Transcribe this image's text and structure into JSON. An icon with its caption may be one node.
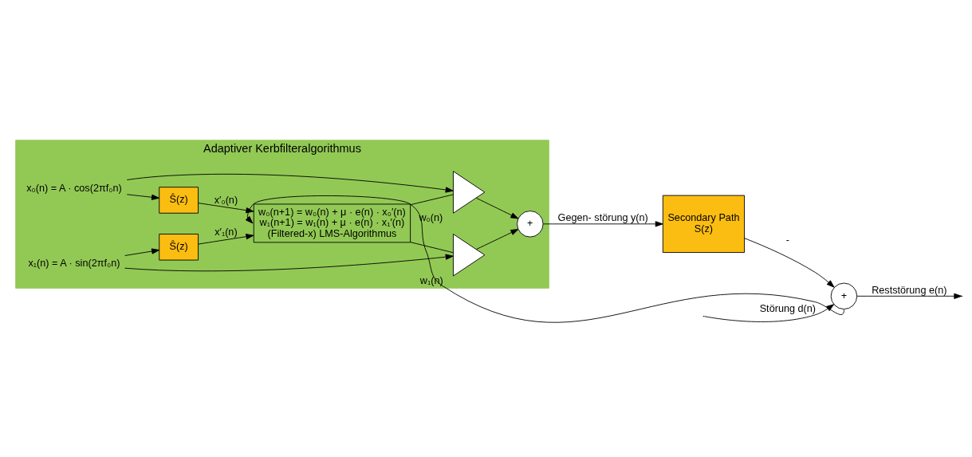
{
  "diagram": {
    "nodes": [
      {
        "text": [
          "Adaptiver Kerbfilteralgorithmus"
        ]
      },
      {
        "text": [
          "x₀(n) = A · cos(2πf₀n)"
        ],
        "in": 0
      },
      {
        "text": [
          "x₁(n) = A · sin(2πf₀n)"
        ],
        "in": 0
      },
      {
        "text": [],
        "shape": "triangle",
        "in": 0,
        "beside": [
          "w₀(n)"
        ]
      },
      {
        "text": [],
        "shape": "triangle",
        "in": 0,
        "beside": [
          "w₁(n)"
        ]
      },
      {
        "text": [
          "+"
        ],
        "in": 0
      },
      {
        "text": [
          "Ŝ(z)"
        ],
        "in": 0
      },
      {
        "text": [
          "Ŝ(z)"
        ],
        "in": 0
      },
      {
        "text": [
          "w₀(n+1) = w₀(n) + μ · e(n) · x₀′(n)",
          "w₁(n+1) = w₁(n) + μ · e(n) · x₁′(n)",
          "(Filtered-x) LMS-Algorithmus"
        ],
        "in": 0
      },
      {
        "text": [
          "Secondary Path",
          "S(z)"
        ]
      },
      {
        "text": [
          "+"
        ]
      }
    ],
    "edges": [
      {
        "from": 1,
        "to": 3,
        "arrow": "to"
      },
      {
        "from": 1,
        "to": 6,
        "arrow": "to"
      },
      {
        "from": 2,
        "to": 4,
        "arrow": "to"
      },
      {
        "from": 2,
        "to": 7,
        "arrow": "to"
      },
      {
        "from": 3,
        "to": 5,
        "arrow": "to"
      },
      {
        "from": 4,
        "to": 5,
        "arrow": "to"
      },
      {
        "from": 6,
        "to": 8,
        "label": "x′₀(n)",
        "arrow": "to"
      },
      {
        "from": 7,
        "to": 8,
        "label": "x′₁(n)",
        "arrow": "to"
      },
      {
        "from": 8,
        "to": 3,
        "arrow": "none"
      },
      {
        "from": 8,
        "to": 4,
        "arrow": "none"
      },
      {
        "from": 5,
        "to": 9,
        "label": "Gegen- störung y(n)",
        "arrow": "to"
      },
      {
        "from": 9,
        "to": 10,
        "label": "-",
        "arrow": "to"
      },
      {
        "from": null,
        "to": 10,
        "label": "Störung d(n)",
        "arrow": "to"
      },
      {
        "from": 10,
        "to": null,
        "label": "Reststörung e(n)",
        "arrow": "to"
      },
      {
        "from": 10,
        "to": 8,
        "arrow": "to"
      }
    ]
  }
}
